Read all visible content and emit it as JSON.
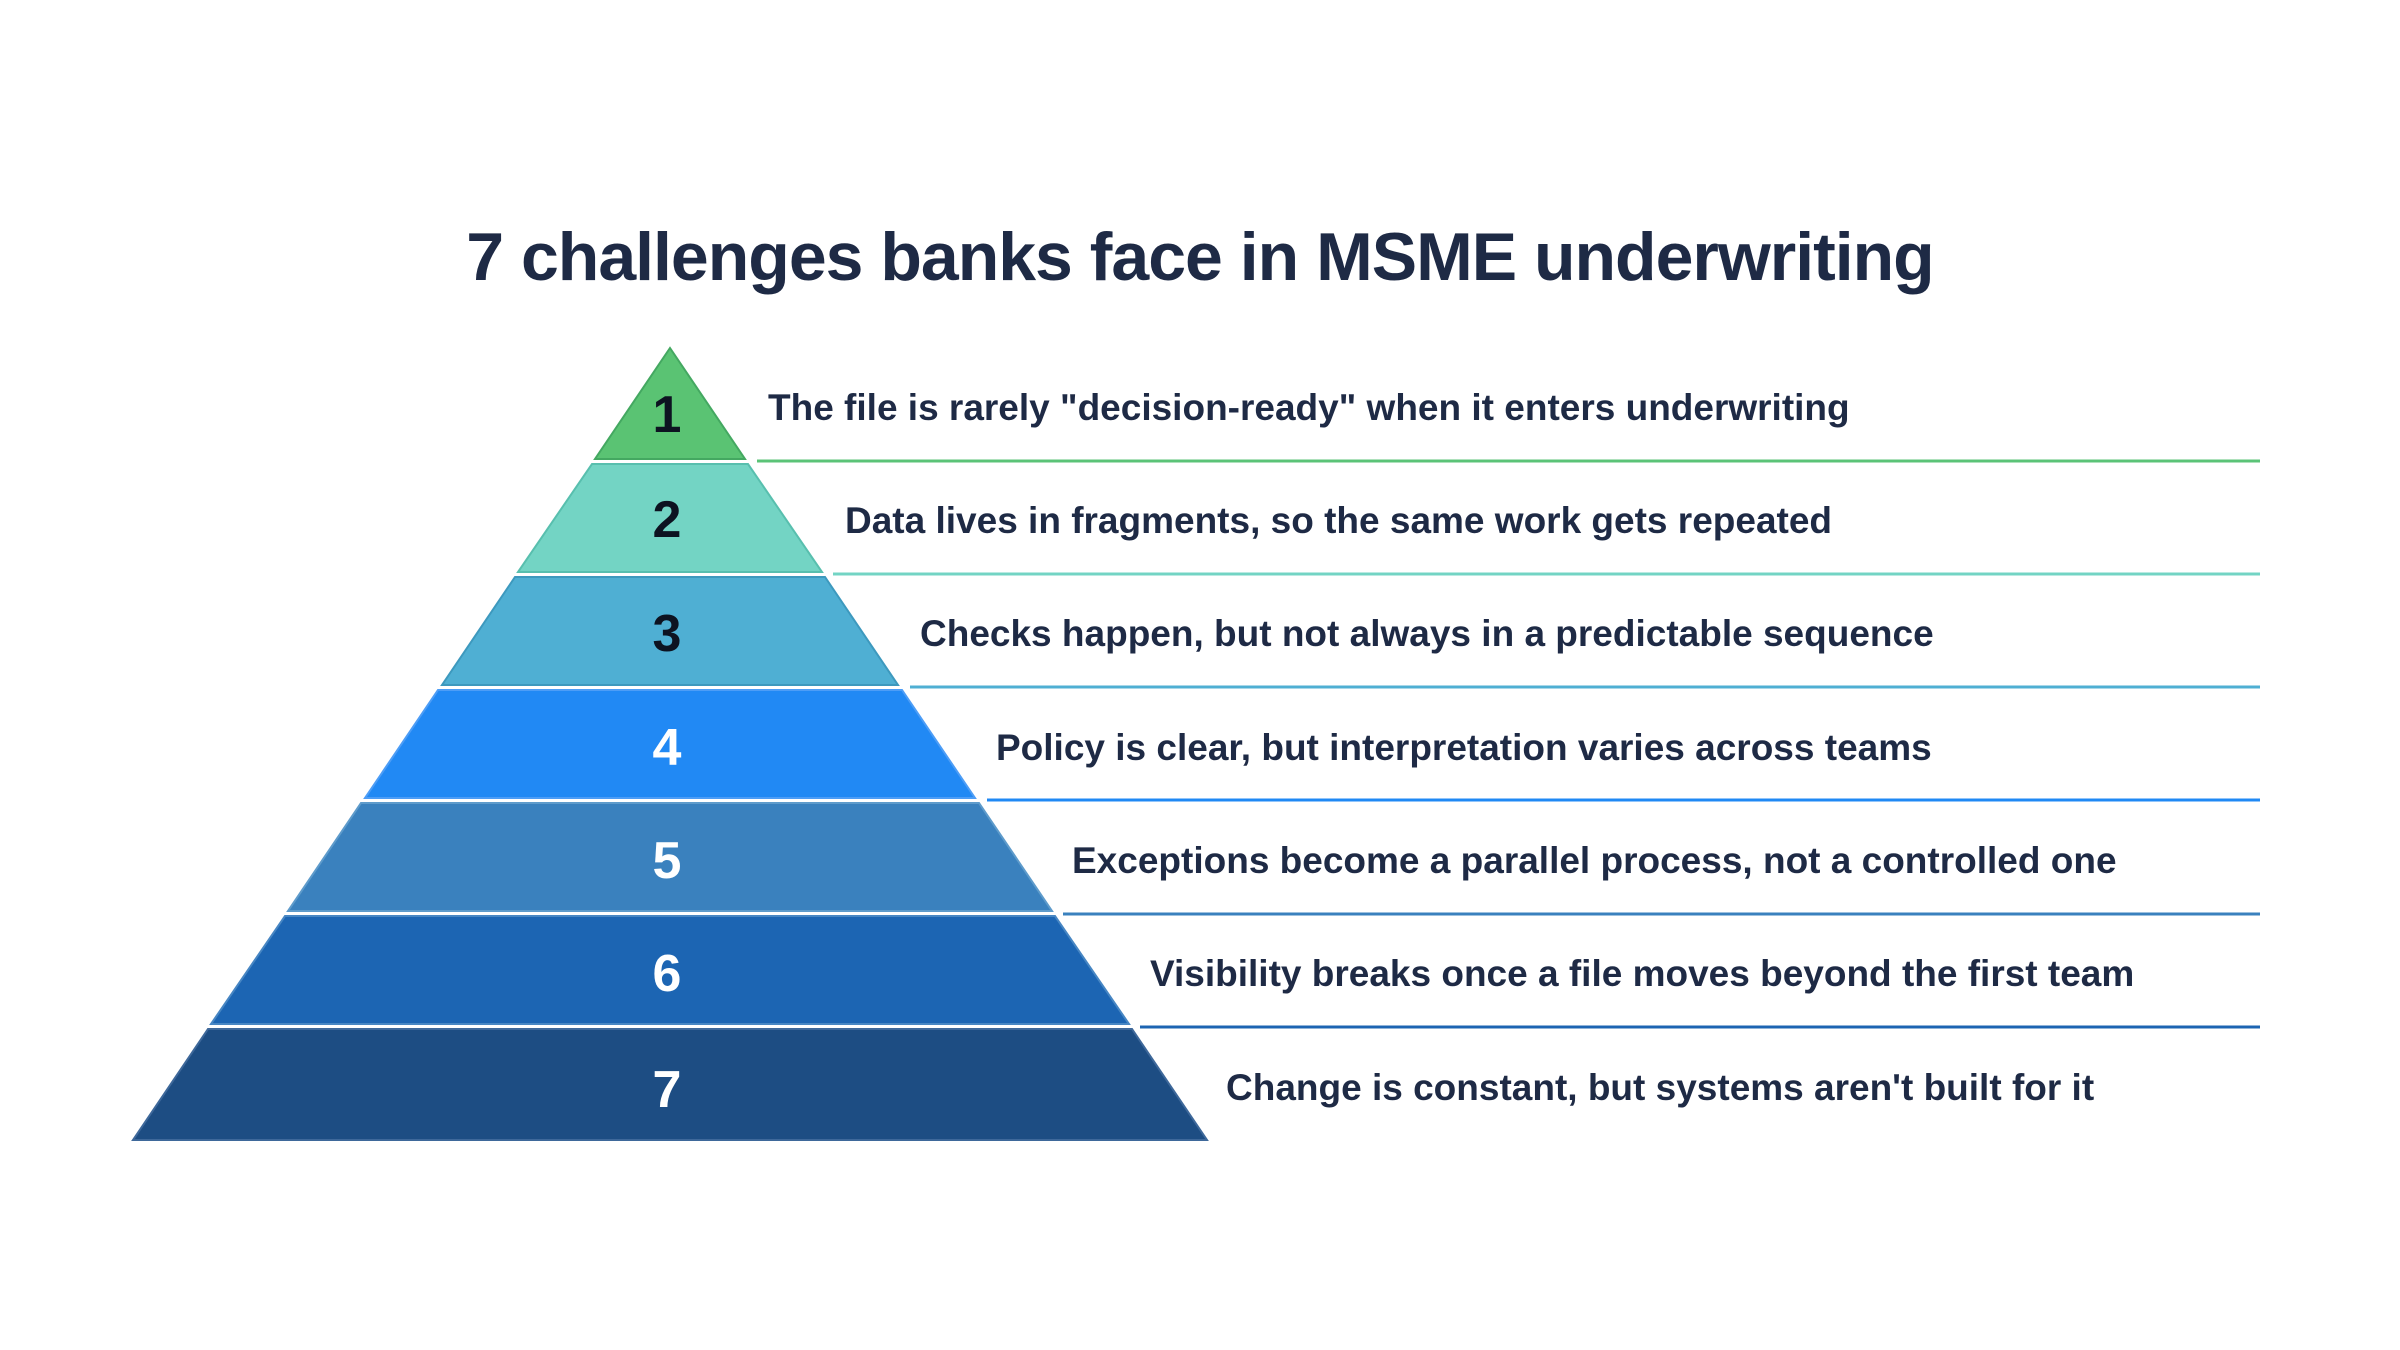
{
  "title": "7 challenges banks face in MSME underwriting",
  "colors": {
    "background": "#FFFFFF",
    "title_text": "#1E2A45",
    "label_text": "#1E2A45"
  },
  "pyramid": {
    "levels": [
      {
        "number": "1",
        "label": "The file is rarely \"decision-ready\" when it enters underwriting",
        "fill": "#5AC373",
        "border": "#44A861",
        "line_color": "#5BC377",
        "number_color": "#0D1321"
      },
      {
        "number": "2",
        "label": "Data lives in fragments, so the same work gets repeated",
        "fill": "#73D4C4",
        "border": "#58BFAE",
        "line_color": "#73D4C4",
        "number_color": "#0D1321"
      },
      {
        "number": "3",
        "label": "Checks happen, but not always in a predictable sequence",
        "fill": "#4FAFD3",
        "border": "#3D99BE",
        "line_color": "#4FAFD3",
        "number_color": "#0D1321"
      },
      {
        "number": "4",
        "label": "Policy is clear, but interpretation varies across teams",
        "fill": "#2189F4",
        "border": "#4D9DF6",
        "line_color": "#2089F4",
        "number_color": "#FFFFFF"
      },
      {
        "number": "5",
        "label": "Exceptions become a parallel process, not a controlled one",
        "fill": "#3A81BE",
        "border": "#5E9BCB",
        "line_color": "#3A81BE",
        "number_color": "#FFFFFF"
      },
      {
        "number": "6",
        "label": "Visibility breaks once a file moves beyond the first team",
        "fill": "#1C65B3",
        "border": "#4786C3",
        "line_color": "#1C64B2",
        "number_color": "#FFFFFF"
      },
      {
        "number": "7",
        "label": "Change is constant, but systems aren't built for it",
        "fill": "#1D4D83",
        "border": "#3E689A",
        "line_color": "#1D4D83",
        "number_color": "#FFFFFF"
      }
    ]
  }
}
